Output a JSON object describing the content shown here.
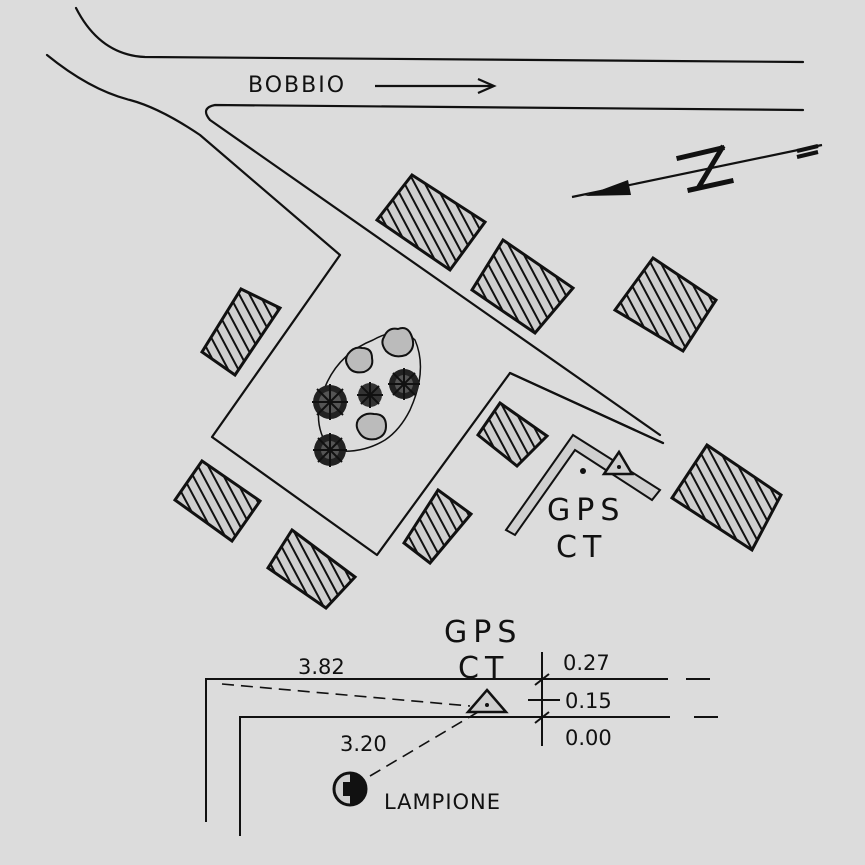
{
  "map": {
    "road_label": "BOBBIO",
    "station_label_line1": "GPS",
    "station_label_line2": "CT",
    "north_arrow_label": "N"
  },
  "detail": {
    "station_label_line1": "GPS",
    "station_label_line2": "CT",
    "distance_top": "3.82",
    "distance_lamp": "3.20",
    "lamp_label": "LAMPIONE",
    "heights": [
      "0.27",
      "0.15",
      "0.00"
    ]
  },
  "colors": {
    "background": "#dcdcdc",
    "ink": "#111111",
    "building_hatch": "#111111"
  },
  "icons": {
    "station": "triangle-marker-icon",
    "north": "north-arrow-icon",
    "lamp": "street-lamp-icon",
    "direction": "arrow-right-icon"
  }
}
